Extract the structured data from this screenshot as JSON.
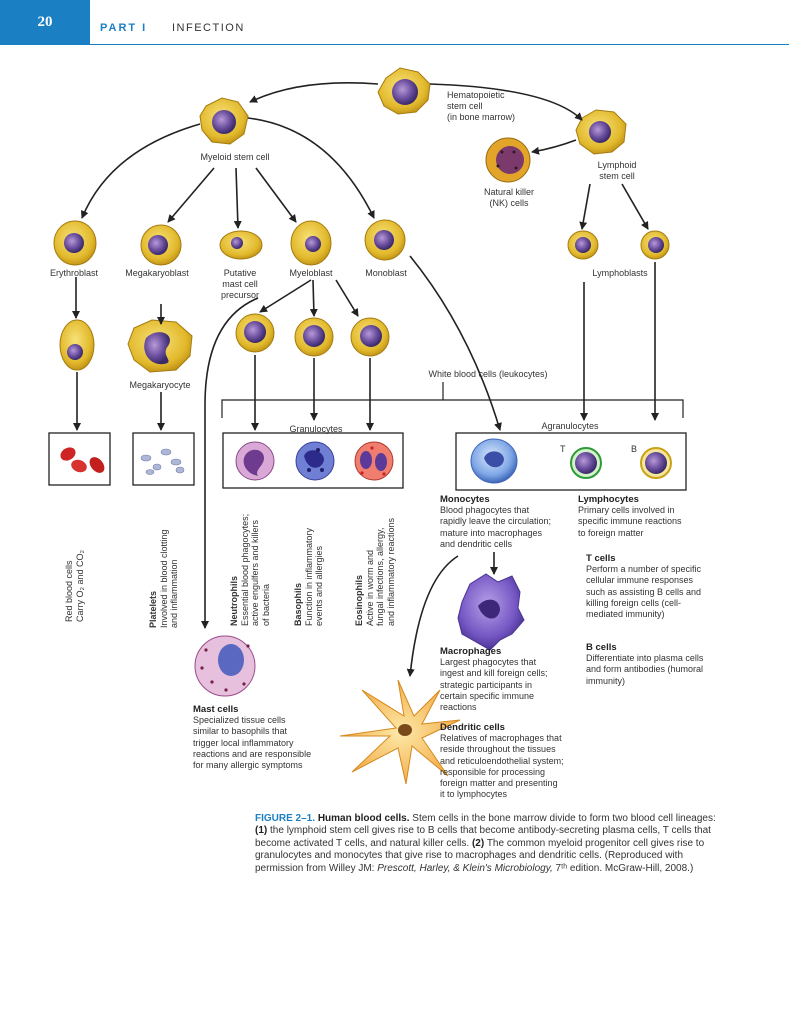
{
  "header": {
    "page_number": "20",
    "part": "PART I",
    "section": "INFECTION"
  },
  "colors": {
    "header_blue": "#1b7fc4",
    "stem_cell": "#e8c23a",
    "nucleus": "#6a4f9c",
    "red_cell": "#d22b2b"
  },
  "labels": {
    "hsc": "Hematopoietic\nstem cell\n(in bone marrow)",
    "myeloid": "Myeloid stem cell",
    "lymphoid": "Lymphoid\nstem cell",
    "nk": "Natural killer\n(NK) cells",
    "erythroblast": "Erythroblast",
    "megakaryoblast": "Megakaryoblast",
    "putative": "Putative\nmast cell\nprecursor",
    "myeloblast": "Myeloblast",
    "monoblast": "Monoblast",
    "lymphoblasts": "Lymphoblasts",
    "megakaryocyte": "Megakaryocyte",
    "wbc": "White blood cells (leukocytes)",
    "granulocytes": "Granulocytes",
    "agranulocytes": "Agranulocytes",
    "t": "T",
    "b": "B"
  },
  "vertical_labels": [
    {
      "title": "",
      "text": "Red blood cells\nCarry O₂ and CO₂"
    },
    {
      "title": "Platelets",
      "text": "Involved in blood clotting\nand inflammation"
    },
    {
      "title": "Neutrophils",
      "text": "Essential blood phagocytes;\nactive engulfers and killers\nof bacteria"
    },
    {
      "title": "Basophils",
      "text": "Function in inflammatory\nevents and allergies"
    },
    {
      "title": "Eosinophils",
      "text": "Active in worm and\nfungal infections, allergy,\nand inflammatory reactions"
    }
  ],
  "descriptions": {
    "monocytes": {
      "title": "Monocytes",
      "text": "Blood phagocytes that\nrapidly leave the circulation;\nmature into macrophages\nand dendritic cells"
    },
    "lymphocytes": {
      "title": "Lymphocytes",
      "text": "Primary cells involved in\nspecific immune reactions\nto foreign matter"
    },
    "t_cells": {
      "title": "T cells",
      "text": "Perform a number of specific\ncellular immune responses\nsuch as assisting B cells and\nkilling foreign cells (cell-\nmediated immunity)"
    },
    "b_cells": {
      "title": "B cells",
      "text": "Differentiate into plasma cells\nand form antibodies (humoral\nimmunity)"
    },
    "macrophages": {
      "title": "Macrophages",
      "text": "Largest phagocytes that\ningest and kill foreign cells;\nstrategic participants in\ncertain specific immune\nreactions"
    },
    "dendritic": {
      "title": "Dendritic cells",
      "text": "Relatives of macrophages that\nreside throughout the tissues\nand reticuloendothelial system;\nresponsible for processing\nforeign matter and presenting\nit to lymphocytes"
    },
    "mast": {
      "title": "Mast cells",
      "text": "Specialized tissue cells\nsimilar to basophils that\ntrigger local inflammatory\nreactions and are responsible\nfor many allergic symptoms"
    }
  },
  "caption": {
    "label": "FIGURE 2–1.",
    "title": "Human blood cells.",
    "intro": "Stem cells in the bone marrow divide to form two blood cell lineages:",
    "n1": "(1)",
    "p1": "the lymphoid stem cell gives rise to B cells that become antibody-secreting plasma cells, T cells that become activated T cells, and natural killer cells.",
    "n2": "(2)",
    "p2": "The common myeloid progenitor cell gives rise to granulocytes and monocytes that give rise to macrophages and dendritic cells. (Reproduced with permission from Willey JM:",
    "book": "Prescott, Harley, & Klein's Microbiology,",
    "edition": "7ᵗʰ edition. McGraw-Hill, 2008.)"
  }
}
